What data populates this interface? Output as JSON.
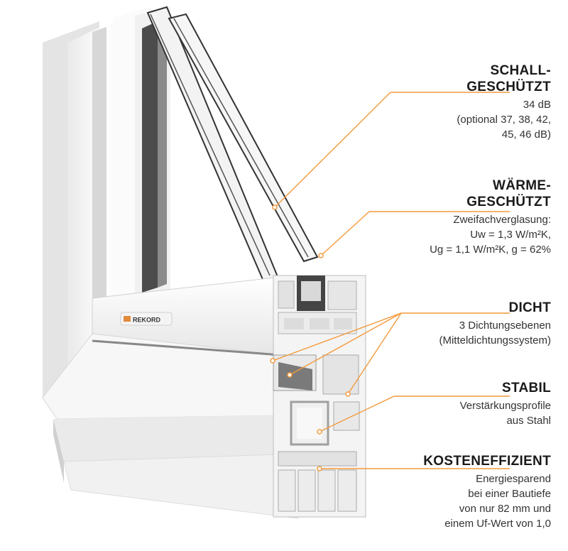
{
  "brand": {
    "logo_text": "REKORD",
    "accent_color": "#f39a3c"
  },
  "features": [
    {
      "id": "schall",
      "title_lines": [
        "SCHALL-",
        "GESCHÜTZT"
      ],
      "desc_lines": [
        "34 dB",
        "(optional 37, 38, 42,",
        "45, 46 dB)"
      ]
    },
    {
      "id": "waerme",
      "title_lines": [
        "WÄRME-",
        "GESCHÜTZT"
      ],
      "desc_lines": [
        "Zweifachverglasung:",
        "Uw = 1,3 W/m²K,",
        "Ug = 1,1 W/m²K, g = 62%"
      ]
    },
    {
      "id": "dicht",
      "title_lines": [
        "DICHT"
      ],
      "desc_lines": [
        "3 Dichtungsebenen",
        "(Mitteldichtungssystem)"
      ]
    },
    {
      "id": "stabil",
      "title_lines": [
        "STABIL"
      ],
      "desc_lines": [
        "Verstärkungsprofile",
        "aus Stahl"
      ]
    },
    {
      "id": "kosten",
      "title_lines": [
        "KOSTENEFFIZIENT"
      ],
      "desc_lines": [
        "Energiesparend",
        "bei einer Bautiefe",
        "von nur 82 mm und",
        "einem Uf-Wert von 1,0"
      ]
    }
  ]
}
